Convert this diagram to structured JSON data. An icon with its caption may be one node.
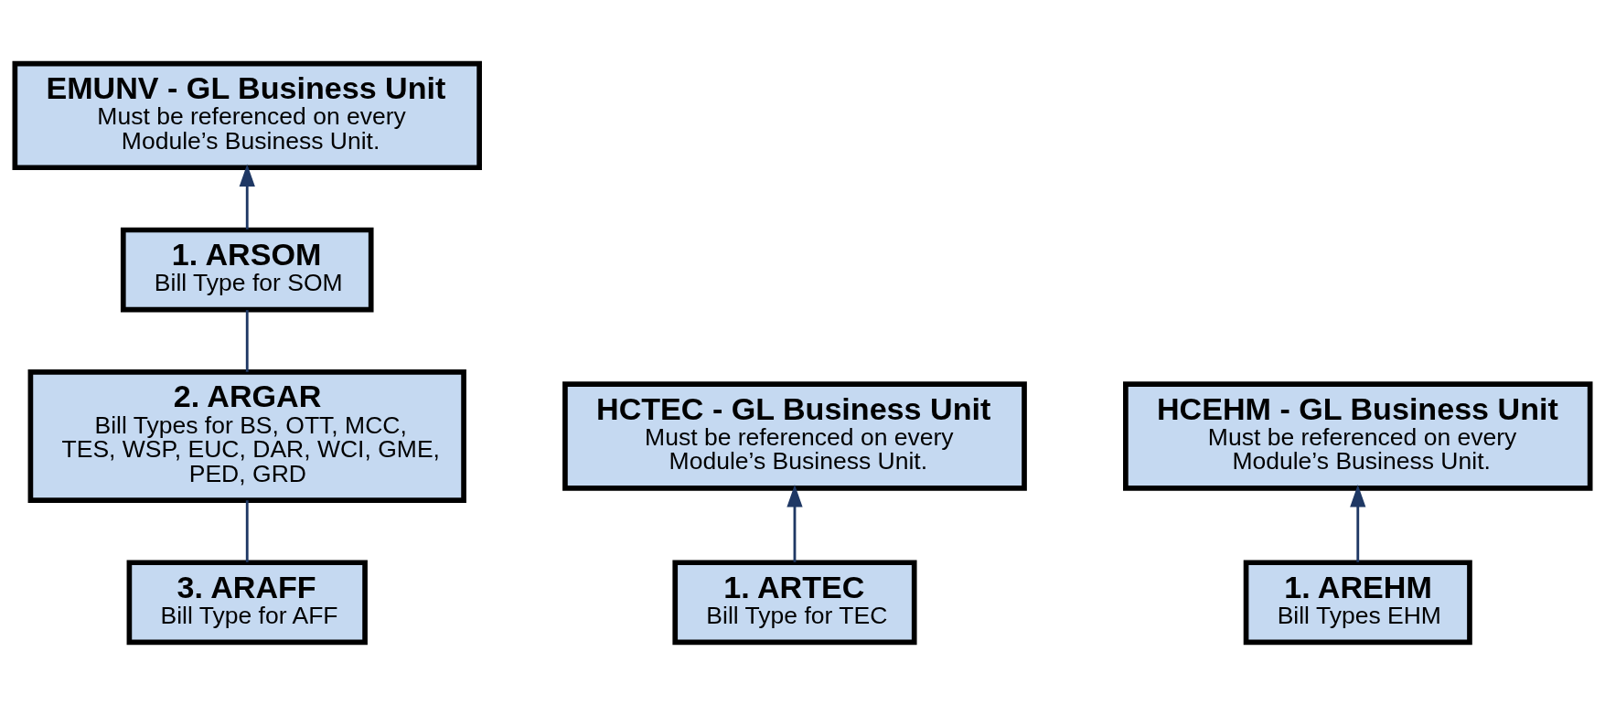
{
  "diagram": {
    "nodes": [
      {
        "text": [
          "EMUNV - GL Business Unit",
          "Must be referenced on every Module’s Business Unit."
        ]
      },
      {
        "text": [
          "HCTEC - GL Business Unit",
          "Must be referenced on every Module’s Business Unit."
        ]
      },
      {
        "text": [
          "HCEHM - GL Business Unit",
          "Must be referenced on every Module’s Business Unit."
        ]
      },
      {
        "text": [
          "1. ARSOM",
          "Bill Type for SOM"
        ]
      },
      {
        "text": [
          "1. ARTEC",
          "Bill Type for TEC"
        ]
      },
      {
        "text": [
          "1. AREHM",
          "Bill Types EHM"
        ]
      },
      {
        "text": [
          "2. ARGAR",
          "Bill Types for BS, OTT, MCC, TES, WSP, EUC, DAR, WCI, GME, PED, GRD"
        ]
      },
      {
        "text": [
          "3. ARAFF",
          "Bill Type for AFF"
        ]
      }
    ],
    "edges": [
      {
        "from": 3,
        "to": 0,
        "arrow": "to"
      },
      {
        "from": 4,
        "to": 1,
        "arrow": "to"
      },
      {
        "from": 5,
        "to": 2,
        "arrow": "to"
      },
      {
        "from": 6,
        "to": 3,
        "arrow": "none"
      },
      {
        "from": 7,
        "to": 6,
        "arrow": "none"
      }
    ]
  }
}
